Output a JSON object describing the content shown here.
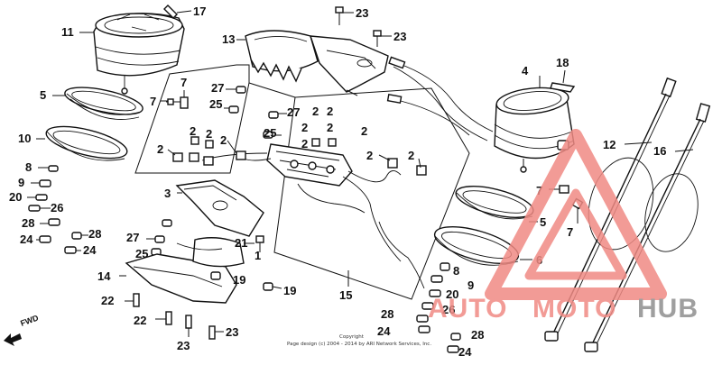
{
  "callouts": [
    {
      "id": "c11",
      "text": "11"
    },
    {
      "id": "c17",
      "text": "17"
    },
    {
      "id": "c23a",
      "text": "23"
    },
    {
      "id": "c13",
      "text": "13"
    },
    {
      "id": "c23b",
      "text": "23"
    },
    {
      "id": "c5a",
      "text": "5"
    },
    {
      "id": "c7a",
      "text": "7"
    },
    {
      "id": "c7b",
      "text": "7"
    },
    {
      "id": "c10",
      "text": "10"
    },
    {
      "id": "c8a",
      "text": "8"
    },
    {
      "id": "c9a",
      "text": "9"
    },
    {
      "id": "c20a",
      "text": "20"
    },
    {
      "id": "c26a",
      "text": "26"
    },
    {
      "id": "c28a",
      "text": "28"
    },
    {
      "id": "c28b",
      "text": "28"
    },
    {
      "id": "c24a",
      "text": "24"
    },
    {
      "id": "c24b",
      "text": "24"
    },
    {
      "id": "c27a",
      "text": "27"
    },
    {
      "id": "c25a",
      "text": "25"
    },
    {
      "id": "c27b",
      "text": "27"
    },
    {
      "id": "c25b",
      "text": "25"
    },
    {
      "id": "c25c",
      "text": "25"
    },
    {
      "id": "c27c",
      "text": "27"
    },
    {
      "id": "c2a",
      "text": "2"
    },
    {
      "id": "c2b",
      "text": "2"
    },
    {
      "id": "c2c",
      "text": "2"
    },
    {
      "id": "c2d",
      "text": "2"
    },
    {
      "id": "c2e",
      "text": "2"
    },
    {
      "id": "c2f",
      "text": "2"
    },
    {
      "id": "c2g",
      "text": "2"
    },
    {
      "id": "c2h",
      "text": "2"
    },
    {
      "id": "c2i",
      "text": "2"
    },
    {
      "id": "c2j",
      "text": "2"
    },
    {
      "id": "c2k",
      "text": "2"
    },
    {
      "id": "c2l",
      "text": "2"
    },
    {
      "id": "c3",
      "text": "3"
    },
    {
      "id": "c21",
      "text": "21"
    },
    {
      "id": "c1",
      "text": "1"
    },
    {
      "id": "c14",
      "text": "14"
    },
    {
      "id": "c19a",
      "text": "19"
    },
    {
      "id": "c19b",
      "text": "19"
    },
    {
      "id": "c22a",
      "text": "22"
    },
    {
      "id": "c22b",
      "text": "22"
    },
    {
      "id": "c23c",
      "text": "23"
    },
    {
      "id": "c23d",
      "text": "23"
    },
    {
      "id": "c15",
      "text": "15"
    },
    {
      "id": "c4",
      "text": "4"
    },
    {
      "id": "c18",
      "text": "18"
    },
    {
      "id": "c12",
      "text": "12"
    },
    {
      "id": "c16",
      "text": "16"
    },
    {
      "id": "c7c",
      "text": "7"
    },
    {
      "id": "c7d",
      "text": "7"
    },
    {
      "id": "c5b",
      "text": "5"
    },
    {
      "id": "c6",
      "text": "6"
    },
    {
      "id": "c8b",
      "text": "8"
    },
    {
      "id": "c9b",
      "text": "9"
    },
    {
      "id": "c20b",
      "text": "20"
    },
    {
      "id": "c26b",
      "text": "26"
    },
    {
      "id": "c28c",
      "text": "28"
    },
    {
      "id": "c28d",
      "text": "28"
    },
    {
      "id": "c24c",
      "text": "24"
    },
    {
      "id": "c24d",
      "text": "24"
    }
  ],
  "fwd_label": "FWD",
  "copyright_title": "Copyright",
  "copyright_line": "Page design (c) 2004 - 2014 by ARI Network Services, Inc.",
  "watermark": {
    "part1": "AUTO",
    "part2": "MOTO",
    "part3": "HUB",
    "colors": {
      "primary": "#f08a84",
      "secondary": "#8f8f8f"
    }
  }
}
